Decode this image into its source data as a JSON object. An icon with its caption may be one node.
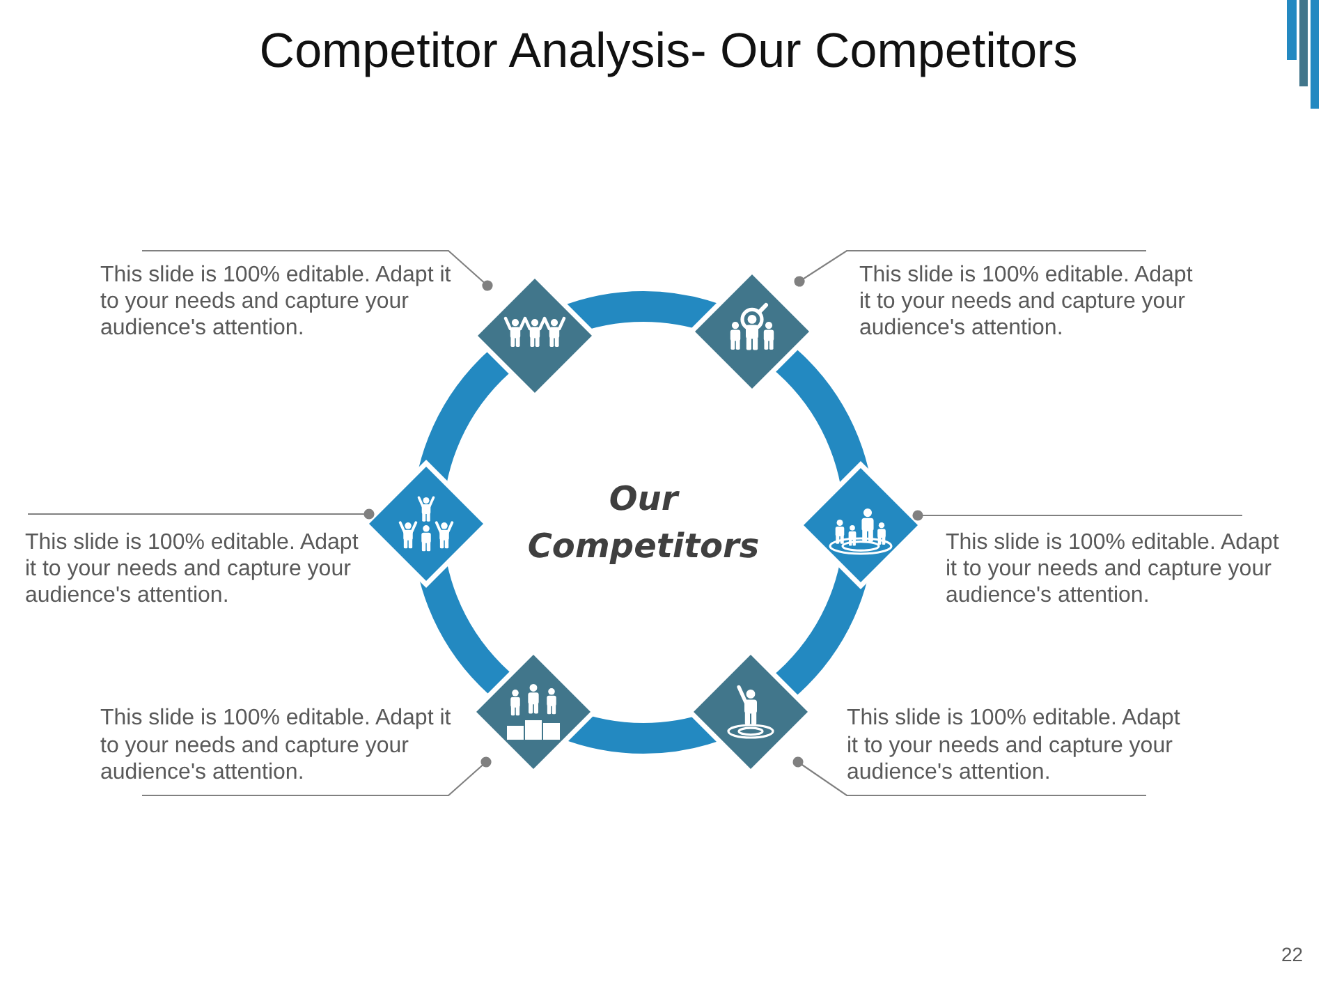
{
  "diagram": {
    "title": "Competitor Analysis- Our Competitors",
    "nodes": [
      {
        "text": [
          "This slide is 100% editable. Adapt it to your needs and capture your audience's attention."
        ]
      },
      {
        "text": [],
        "shape": "diamond"
      },
      {
        "text": [],
        "shape": "diamond"
      },
      {
        "text": [
          "This slide is 100% editable. Adapt it to your needs and capture your audience's attention."
        ]
      },
      {
        "text": [
          "This slide is 100% editable. Adapt it to your needs and capture your audience's attention."
        ]
      },
      {
        "text": [],
        "shape": "diamond"
      },
      {
        "text": [
          "Our Competitors"
        ]
      },
      {
        "text": [],
        "shape": "diamond"
      },
      {
        "text": [
          "This slide is 100% editable. Adapt it to your needs and capture your audience's attention."
        ]
      },
      {
        "text": [
          "This slide is 100% editable. Adapt it to your needs and capture your audience's attention."
        ]
      },
      {
        "text": [],
        "shape": "diamond"
      },
      {
        "text": [],
        "shape": "diamond"
      },
      {
        "text": [
          "This slide is 100% editable. Adapt it to your needs and capture your audience's attention."
        ]
      }
    ],
    "edges": [
      {
        "from": 0,
        "to": 1,
        "arrow": "other"
      },
      {
        "from": 3,
        "to": 2,
        "arrow": "other"
      },
      {
        "from": 4,
        "to": 5,
        "arrow": "other"
      },
      {
        "from": 8,
        "to": 7,
        "arrow": "other"
      },
      {
        "from": 9,
        "to": 10,
        "arrow": "other"
      },
      {
        "from": 12,
        "to": 11,
        "arrow": "other"
      }
    ],
    "labels": [
      "22"
    ]
  }
}
